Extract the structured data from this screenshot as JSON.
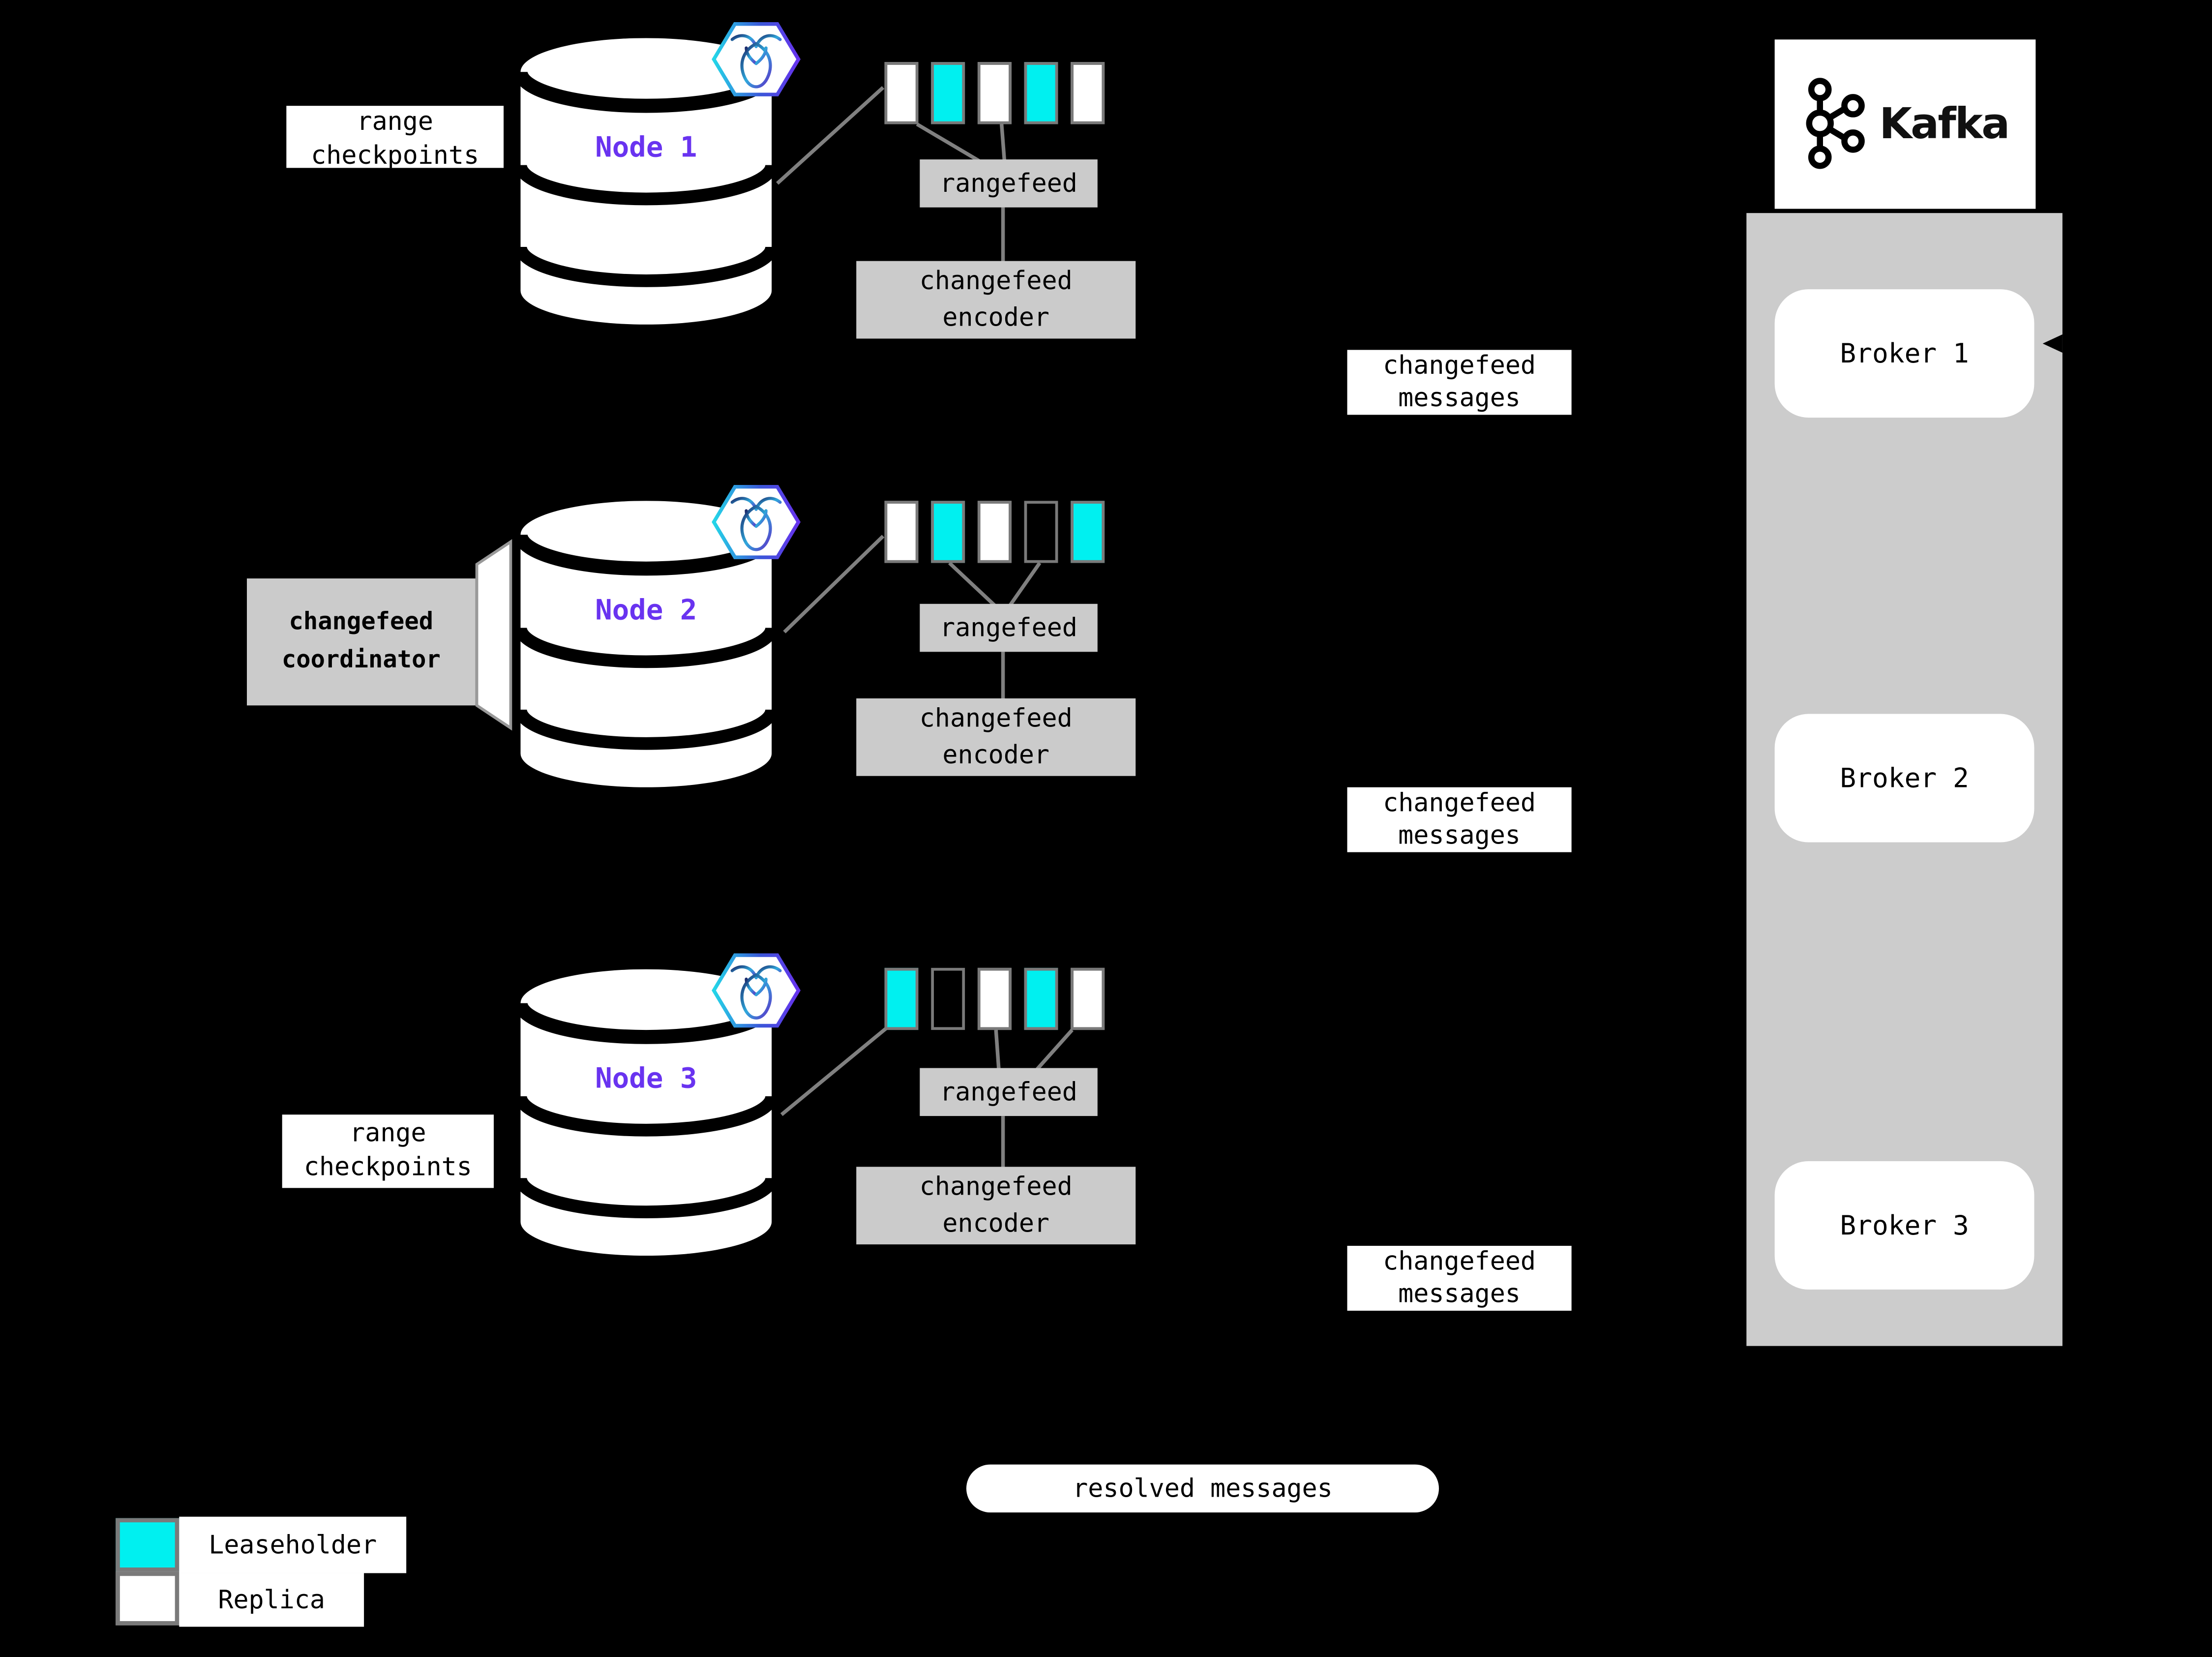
{
  "colors": {
    "background": "#000000",
    "leaseholder": "#00F0F0",
    "replica": "#FFFFFF",
    "empty": "transparent",
    "accent_purple": "#6933F0",
    "panel_gray": "#CCCCCC",
    "box_gray": "#CBCBCB",
    "border_gray": "#7A7A7A",
    "line_gray": "#808080"
  },
  "nodes": [
    {
      "label": "Node 1",
      "side_label": "range checkpoints",
      "ranges": [
        "replica",
        "leaseholder",
        "replica",
        "leaseholder",
        "replica"
      ],
      "rangefeed": "rangefeed",
      "encoder": "changefeed encoder"
    },
    {
      "label": "Node 2",
      "side_label": "changefeed coordinator",
      "ranges": [
        "replica",
        "leaseholder",
        "replica",
        "empty",
        "leaseholder"
      ],
      "rangefeed": "rangefeed",
      "encoder": "changefeed encoder"
    },
    {
      "label": "Node 3",
      "side_label": "range checkpoints",
      "ranges": [
        "leaseholder",
        "empty",
        "replica",
        "leaseholder",
        "replica"
      ],
      "rangefeed": "rangefeed",
      "encoder": "changefeed encoder"
    }
  ],
  "flows": {
    "changefeed_messages": [
      "changefeed messages",
      "changefeed messages",
      "changefeed messages"
    ],
    "resolved": "resolved messages"
  },
  "kafka": {
    "title": "Kafka",
    "brokers": [
      {
        "label": "Broker 1"
      },
      {
        "label": "Broker 2"
      },
      {
        "label": "Broker 3"
      }
    ]
  },
  "legend": [
    {
      "kind": "leaseholder",
      "label": "Leaseholder"
    },
    {
      "kind": "replica",
      "label": "Replica"
    }
  ]
}
